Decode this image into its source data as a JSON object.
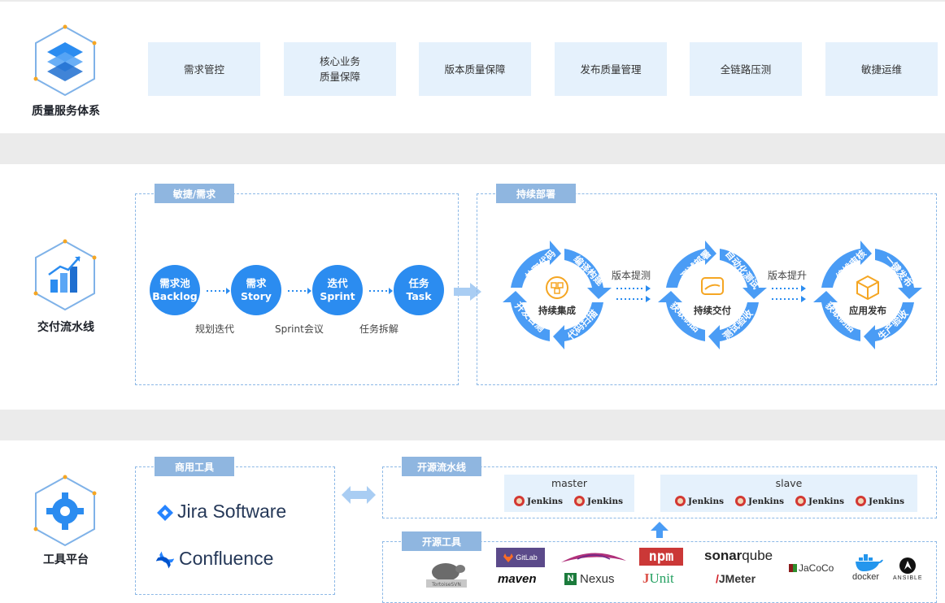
{
  "sections": {
    "quality": {
      "title": "质量服务体系"
    },
    "pipeline": {
      "title": "交付流水线"
    },
    "tools": {
      "title": "工具平台"
    }
  },
  "services": [
    "需求管控",
    "核心业务\n质量保障",
    "版本质量保障",
    "发布质量管理",
    "全链路压测",
    "敏捷运维"
  ],
  "agile": {
    "tag": "敏捷/需求",
    "steps": [
      {
        "cn": "需求池",
        "en": "Backlog"
      },
      {
        "cn": "需求",
        "en": "Story"
      },
      {
        "cn": "迭代",
        "en": "Sprint"
      },
      {
        "cn": "任务",
        "en": "Task"
      }
    ],
    "transitions": [
      "规划迭代",
      "Sprint会议",
      "任务拆解"
    ]
  },
  "cd": {
    "tag": "持续部署",
    "cycles": [
      {
        "center": "持续集成",
        "arcs": [
          "拉取代码",
          "编译构建",
          "代码扫描",
          "开发自测"
        ]
      },
      {
        "center": "持续交付",
        "arcs": [
          "测试部署",
          "自动化测试",
          "测试验收",
          "获取制品"
        ]
      },
      {
        "center": "应用发布",
        "arcs": [
          "编排审核",
          "一键发布",
          "生产验收",
          "获取制品"
        ]
      }
    ],
    "links": [
      "版本提测",
      "版本提升"
    ]
  },
  "tools": {
    "commercial_tag": "商用工具",
    "commercial": [
      "Jira Software",
      "Confluence"
    ],
    "oss_pipeline_tag": "开源流水线",
    "master": {
      "title": "master",
      "nodes": [
        "Jenkins",
        "Jenkins"
      ]
    },
    "slave": {
      "title": "slave",
      "nodes": [
        "Jenkins",
        "Jenkins",
        "Jenkins",
        "Jenkins"
      ]
    },
    "oss_tools_tag": "开源工具",
    "oss_logos": {
      "svn": "TortoiseSVN",
      "gitlab": "GitLab",
      "maven": "maven",
      "nexus": "Nexus",
      "npm": "npm",
      "junit_j": "J",
      "junit_rest": "Unit",
      "sonar_a": "sonar",
      "sonar_b": "qube",
      "jmeter": "JMeter",
      "jacoco": "JaCoCo",
      "docker": "docker",
      "ansible": "ANSIBLE"
    }
  },
  "colors": {
    "primary": "#2b8cf0",
    "light_bg": "#e5f1fc",
    "tag": "#8fb6e0",
    "arc": "#4a9cf5"
  }
}
